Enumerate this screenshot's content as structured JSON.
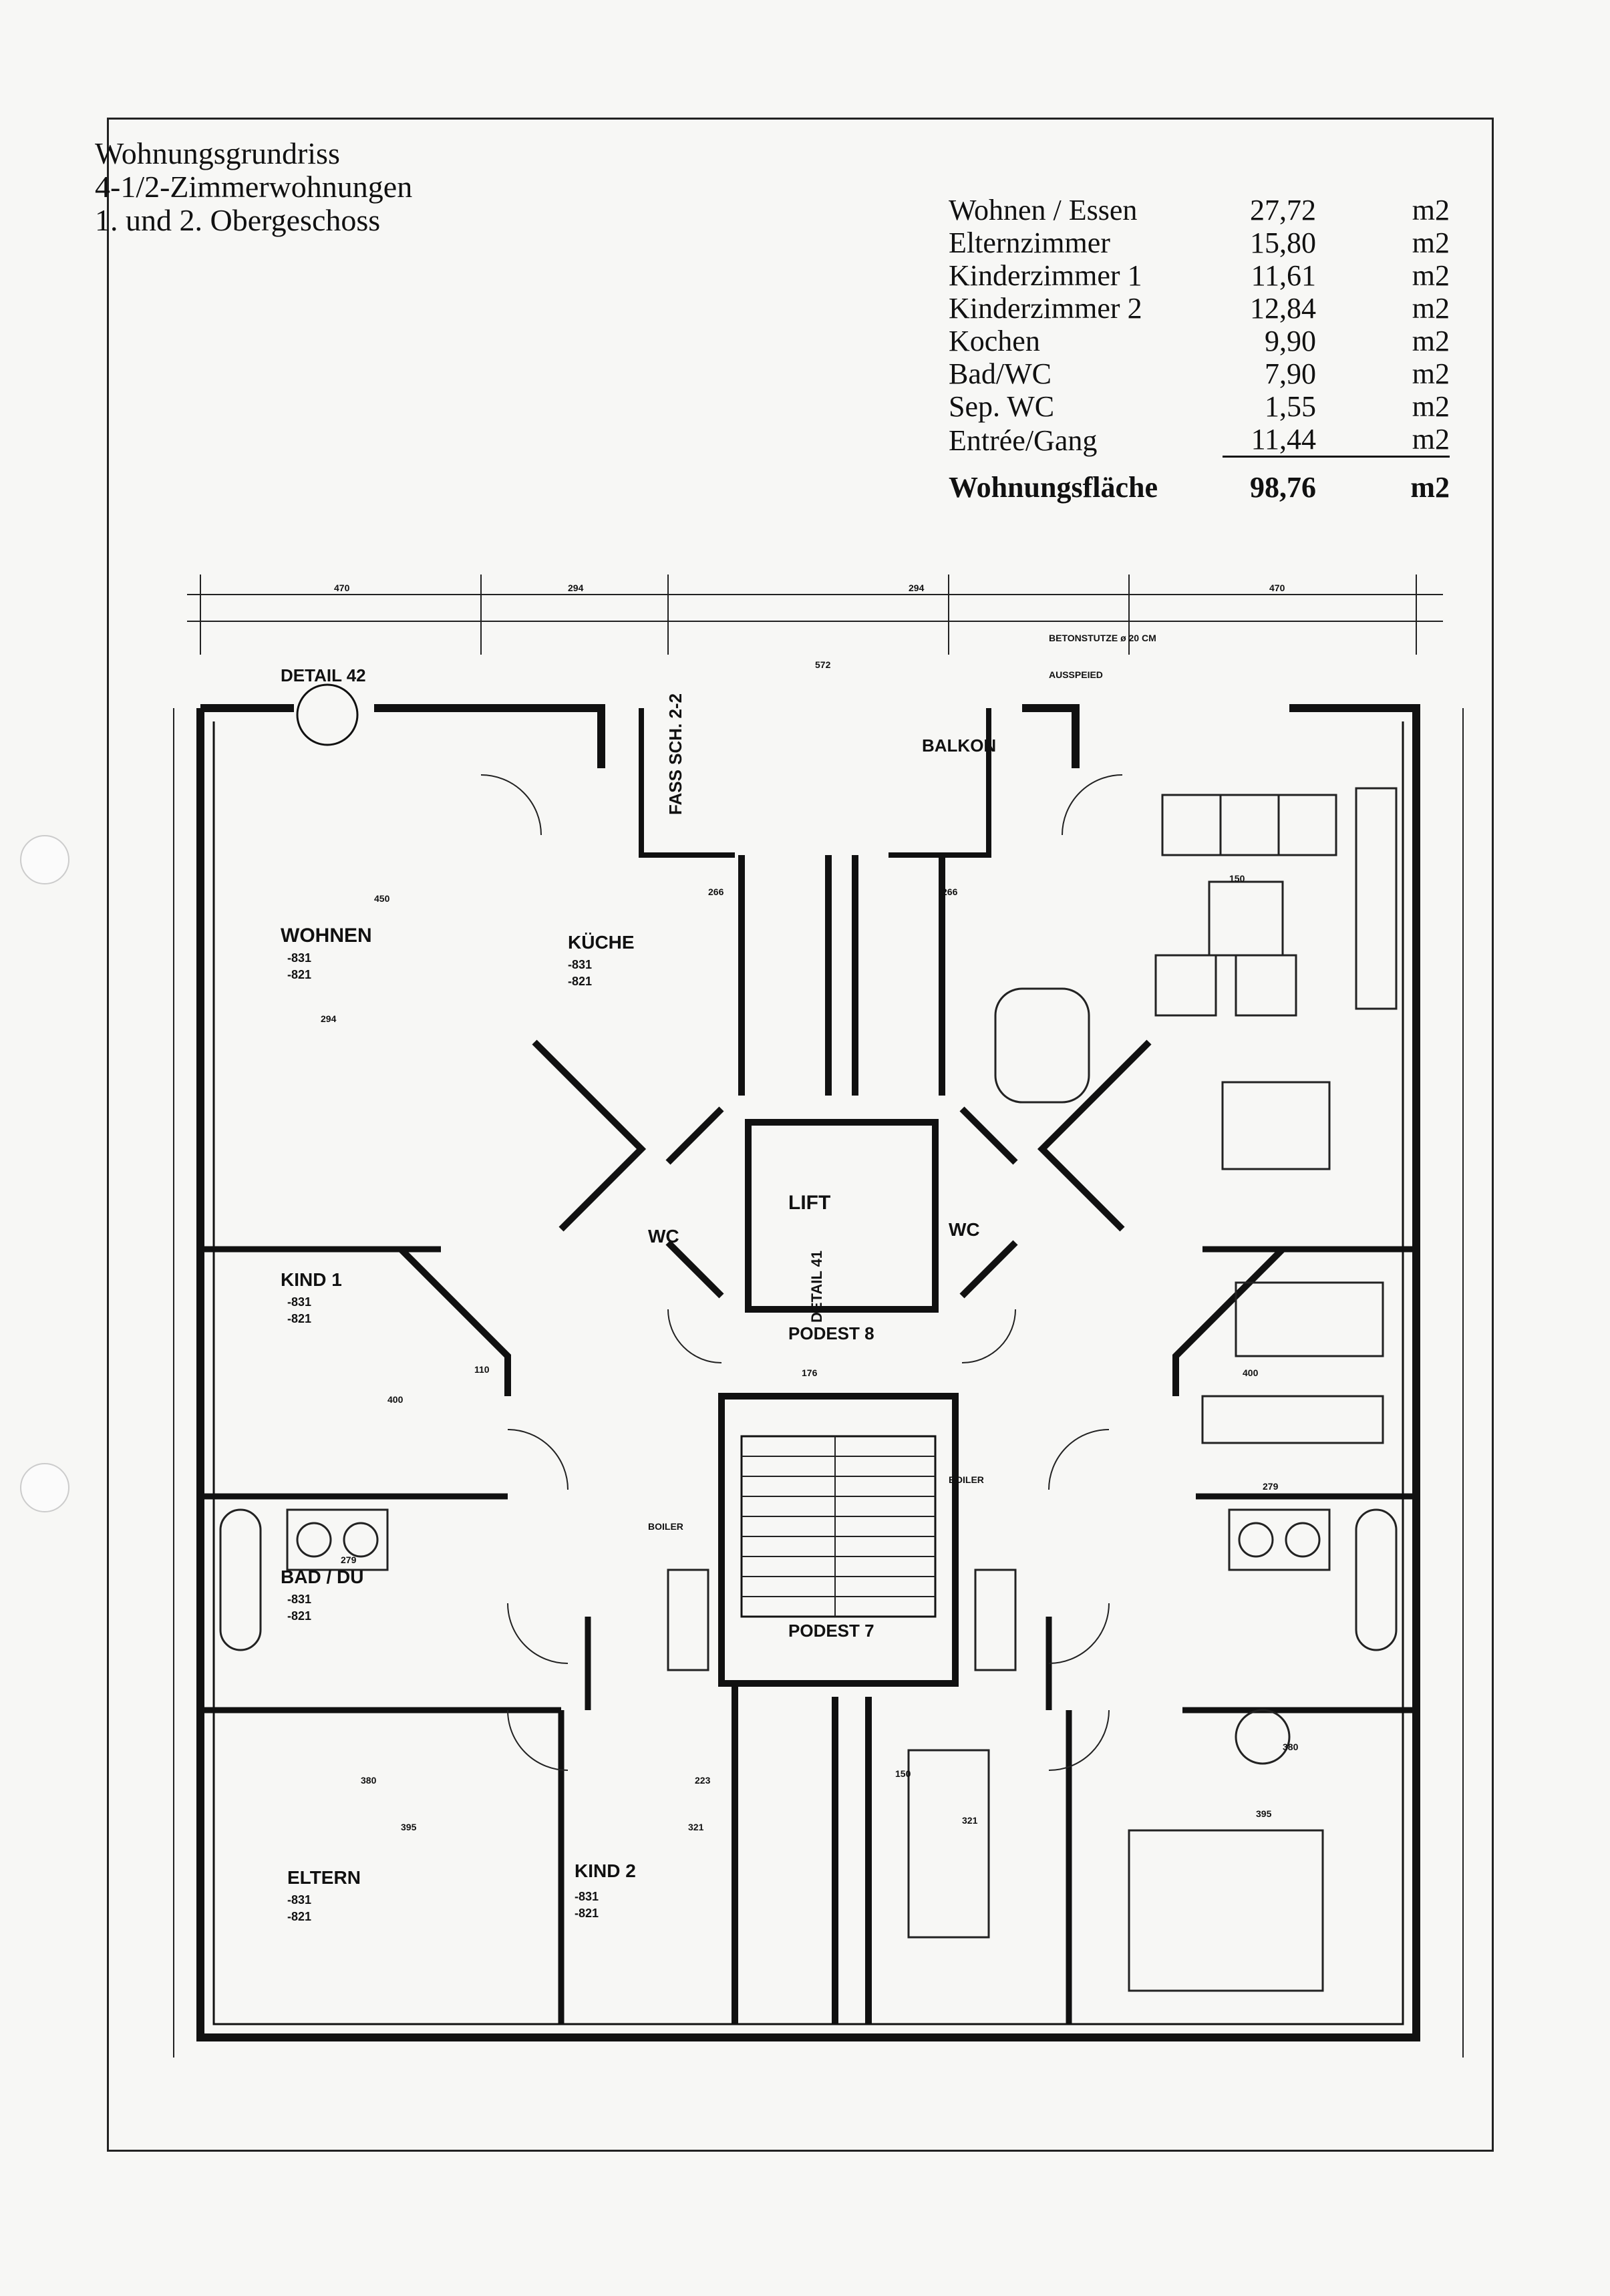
{
  "header": {
    "line1": "Wohnungsgrundriss",
    "line2": "4-1/2-Zimmerwohnungen",
    "line3": "1. und 2. Obergeschoss"
  },
  "areas": {
    "rows": [
      {
        "name": "Wohnen / Essen",
        "value": "27,72",
        "unit": "m2"
      },
      {
        "name": "Elternzimmer",
        "value": "15,80",
        "unit": "m2"
      },
      {
        "name": "Kinderzimmer 1",
        "value": "11,61",
        "unit": "m2"
      },
      {
        "name": "Kinderzimmer 2",
        "value": "12,84",
        "unit": "m2"
      },
      {
        "name": "Kochen",
        "value": "9,90",
        "unit": "m2"
      },
      {
        "name": "Bad/WC",
        "value": "7,90",
        "unit": "m2"
      },
      {
        "name": "Sep. WC",
        "value": "1,55",
        "unit": "m2"
      },
      {
        "name": "Entrée/Gang",
        "value": "11,44",
        "unit": "m2"
      }
    ],
    "total": {
      "name": "Wohnungsfläche",
      "value": "98,76",
      "unit": "m2"
    }
  },
  "plan": {
    "rooms": {
      "wohnen": "WOHNEN",
      "kueche": "KÜCHE",
      "kind1": "KIND 1",
      "bad": "BAD / DU",
      "eltern": "ELTERN",
      "kind2": "KIND 2",
      "lift": "LIFT",
      "wc_left": "WC",
      "wc_right": "WC",
      "balkon": "BALKON",
      "podest8": "PODEST 8",
      "podest7": "PODEST 7"
    },
    "labels": {
      "detail42": "DETAIL 42",
      "detail41": "DETAIL 41",
      "fass": "FASS SCH. 2-2",
      "betonstuetze": "BETONSTUTZE ø 20 CM",
      "ausspeied": "AUSSPEIED",
      "boiler_left": "BOILER",
      "boiler_right": "BOILER"
    },
    "codes": [
      "-831",
      "-821"
    ],
    "dims": {
      "d470a": "470",
      "d294": "294",
      "d294b": "294",
      "d470b": "470",
      "d572": "572",
      "d450": "450",
      "d294c": "294",
      "d150": "150",
      "d400": "400",
      "d400b": "400",
      "d279": "279",
      "d279b": "279",
      "d380": "380",
      "d380b": "380",
      "d395": "395",
      "d395b": "395",
      "d321": "321",
      "d321b": "321",
      "d223": "223",
      "d150b": "150",
      "d266": "266",
      "d266b": "266",
      "d110": "110",
      "d176": "176"
    }
  }
}
